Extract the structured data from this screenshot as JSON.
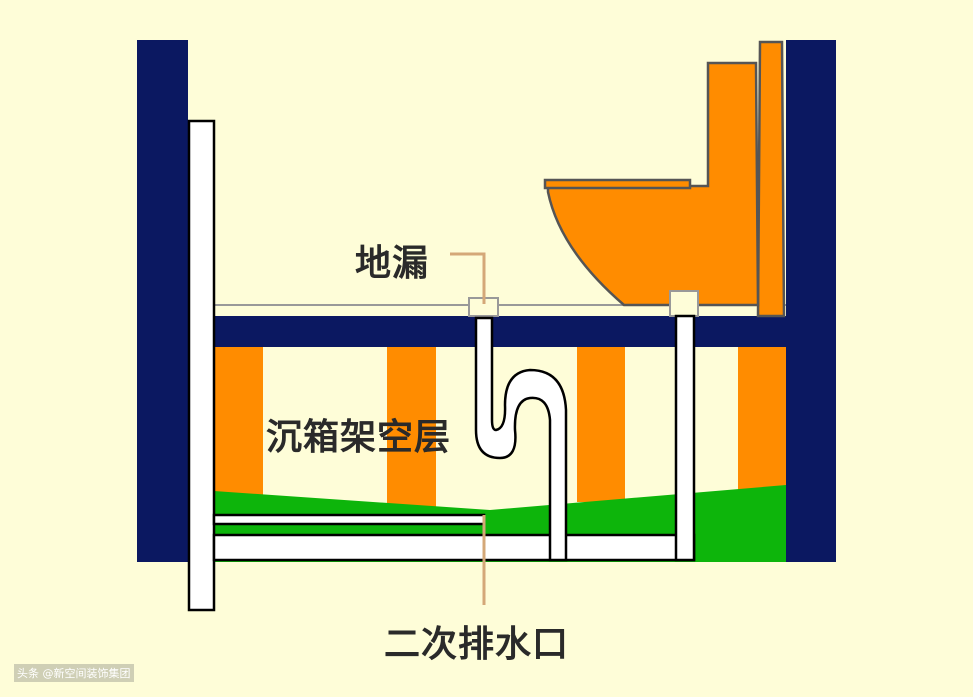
{
  "labels": {
    "floor_drain": "地漏",
    "sunken_layer": "沉箱架空层",
    "secondary_drain": "二次排水口"
  },
  "watermark": "头条 @新空间装饰集团",
  "colors": {
    "background": "#fefdd8",
    "wall": "#0b1861",
    "support": "#ff8c00",
    "fill": "#0db50b",
    "pipe": "#ffffff",
    "leader": "#d4a878"
  }
}
